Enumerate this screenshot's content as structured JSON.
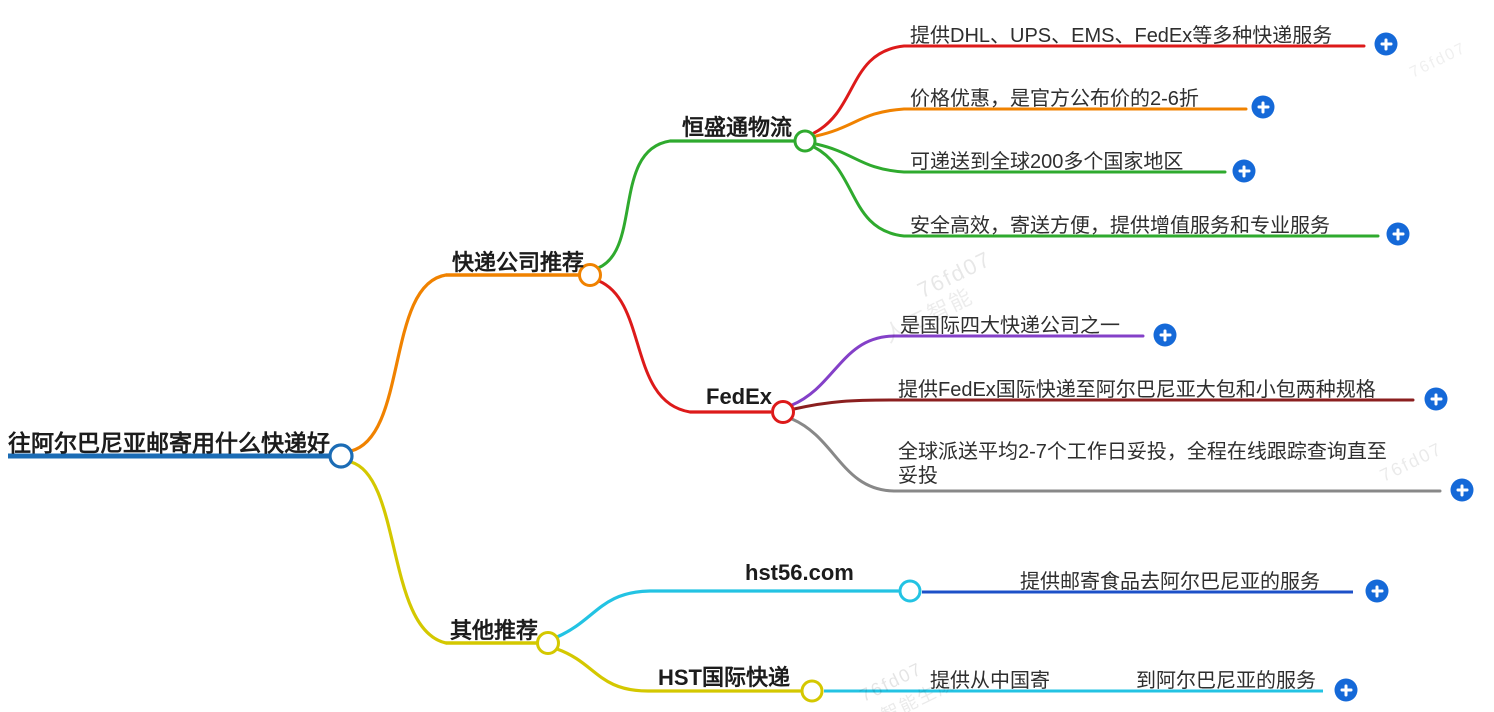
{
  "root": {
    "label": "往阿尔巴尼亚邮寄用什么快递好"
  },
  "branches": [
    {
      "label": "快递公司推荐",
      "children": [
        {
          "label": "恒盛通物流",
          "leaves": [
            {
              "text": "提供DHL、UPS、EMS、FedEx等多种快递服务"
            },
            {
              "text": "价格优惠，是官方公布价的2-6折"
            },
            {
              "text": "可递送到全球200多个国家地区"
            },
            {
              "text": "安全高效，寄送方便，提供增值服务和专业服务"
            }
          ]
        },
        {
          "label": "FedEx",
          "leaves": [
            {
              "text": "是国际四大快递公司之一"
            },
            {
              "text": "提供FedEx国际快递至阿尔巴尼亚大包和小包两种规格"
            },
            {
              "text": "全球派送平均2-7个工作日妥投，全程在线跟踪查询直至妥投"
            }
          ]
        }
      ]
    },
    {
      "label": "其他推荐",
      "children": [
        {
          "label": "hst56.com",
          "leaves": [
            {
              "text": "提供邮寄食品去阿尔巴尼亚的服务"
            }
          ]
        },
        {
          "label": "HST国际快递",
          "leaves": [
            {
              "text_left": "提供从中国寄",
              "text_right": "到阿尔巴尼亚的服务"
            }
          ]
        }
      ]
    }
  ],
  "watermarks": {
    "code": "76fd07",
    "ai": "人工智能",
    "ai_gen": "人工智能生成"
  },
  "colors": {
    "root_blue": "#1b6cb5",
    "orange": "#f08200",
    "green": "#2faa2e",
    "red": "#dd1a1a",
    "purple": "#8440c8",
    "dark_red": "#8b1f1f",
    "gray": "#888888",
    "yellow": "#d4c800",
    "cyan": "#23c3e3",
    "link_blue": "#1d50c8",
    "plus_blue": "#1569d8"
  }
}
